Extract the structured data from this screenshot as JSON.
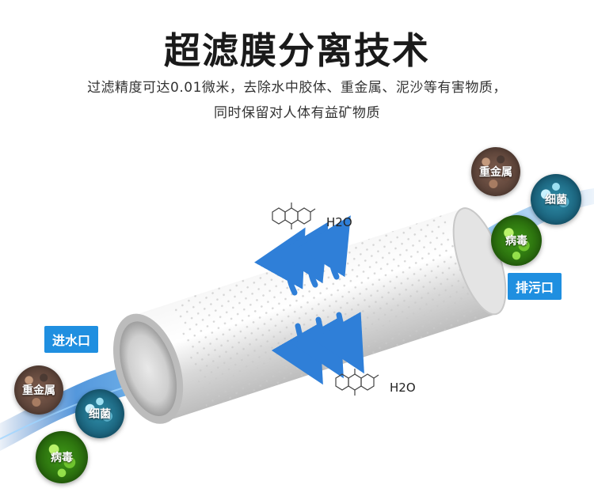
{
  "title": "超滤膜分离技术",
  "subtitle": {
    "line1": "过滤精度可达0.01微米，去除水中胶体、重金属、泥沙等有害物质，",
    "line2": "同时保留对人体有益矿物质"
  },
  "labels": {
    "inlet": "进水口",
    "outlet": "排污口"
  },
  "contaminants": {
    "left": [
      "重金属",
      "细菌",
      "病毒"
    ],
    "right": [
      "重金属",
      "细菌",
      "病毒"
    ]
  },
  "molecule_labels": {
    "top_h2o": "H2O",
    "bottom_h2o": "H2O"
  },
  "colors": {
    "accent": "#1f8fe0",
    "text": "#222222",
    "arrow": "#2f7fd8"
  }
}
